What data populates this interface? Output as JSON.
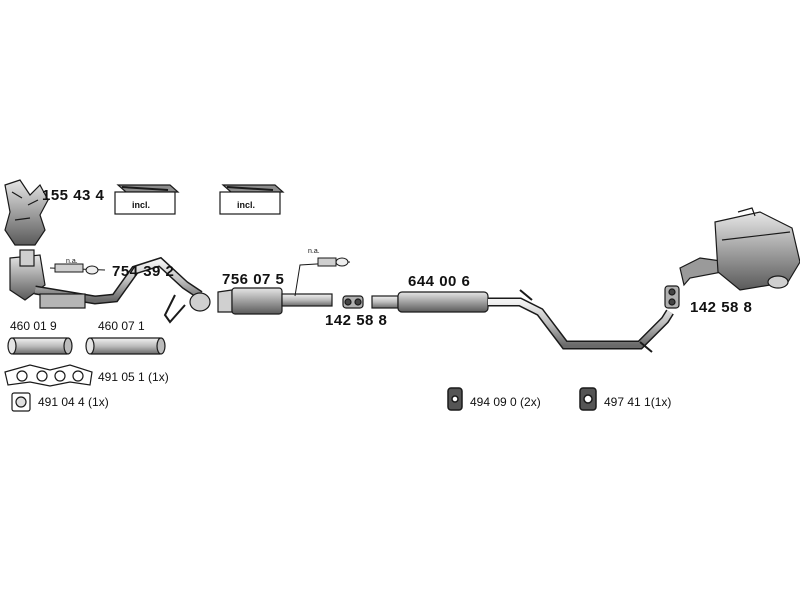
{
  "parts": {
    "manifold": "155 43 4",
    "catalyst": "754 39 2",
    "front_pipe": "756 07 5",
    "clamp_front": "142 58 8",
    "center_muffler": "644 00 6",
    "clamp_rear": "142 58 8",
    "gasket_a": "460 01 9",
    "gasket_b": "460 07 1",
    "manifold_gasket": "491 05 1 (1x)",
    "flange_gasket": "491 04 4 (1x)",
    "rubber_mount_a": "494 09 0 (2x)",
    "rubber_mount_b": "497 41 1(1x)"
  },
  "notes": {
    "na_1": "n.a.",
    "na_2": "n.a.",
    "incl_1": "incl.",
    "incl_2": "incl."
  },
  "colors": {
    "line": "#1a1a1a",
    "fill_light": "#dcdcdc",
    "fill_mid": "#a8a8a8",
    "fill_dark": "#6e6e6e"
  }
}
